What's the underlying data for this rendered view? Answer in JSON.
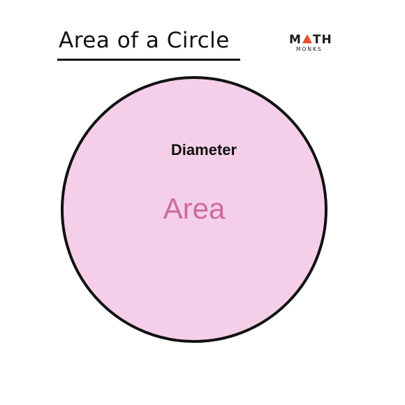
{
  "header": {
    "title": "Area of a Circle"
  },
  "logo": {
    "word_start": "M",
    "word_end": "TH",
    "subtitle": "MONKS",
    "accent_color": "#e4522a"
  },
  "diagram": {
    "diameter_label": "Diameter",
    "area_label": "Area",
    "fill_color": "#f5cfe9",
    "stroke_color": "#111111",
    "area_text_color": "#cc6a9e"
  }
}
